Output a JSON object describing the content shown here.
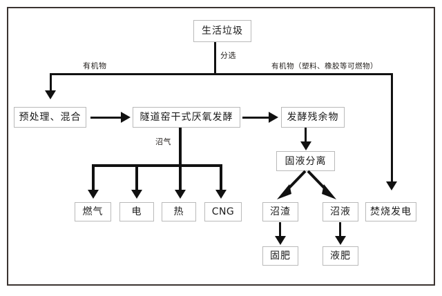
{
  "diagram": {
    "title_node": "生活垃圾",
    "nodes": {
      "waste": "生活垃圾",
      "pretreat": "预处理、混合",
      "digestion": "隧道窑干式厌氧发酵",
      "residue": "发酵残余物",
      "separation": "固液分离",
      "gas": "燃气",
      "electricity": "电",
      "heat": "热",
      "cng": "CNG",
      "biogas_residue": "沼渣",
      "biogas_liquid": "沼液",
      "incineration": "焚烧发电",
      "solid_fertilizer": "固肥",
      "liquid_fertilizer": "液肥"
    },
    "edge_labels": {
      "sorting": "分选",
      "organic_left": "有机物",
      "organic_right": "有机物（塑料、橡胶等可燃物）",
      "biogas": "沼气"
    },
    "colors": {
      "frame_border": "#3a3330",
      "node_border": "#b9b9b9",
      "line": "#111111",
      "text": "#1a1a1a",
      "background": "#ffffff"
    }
  }
}
